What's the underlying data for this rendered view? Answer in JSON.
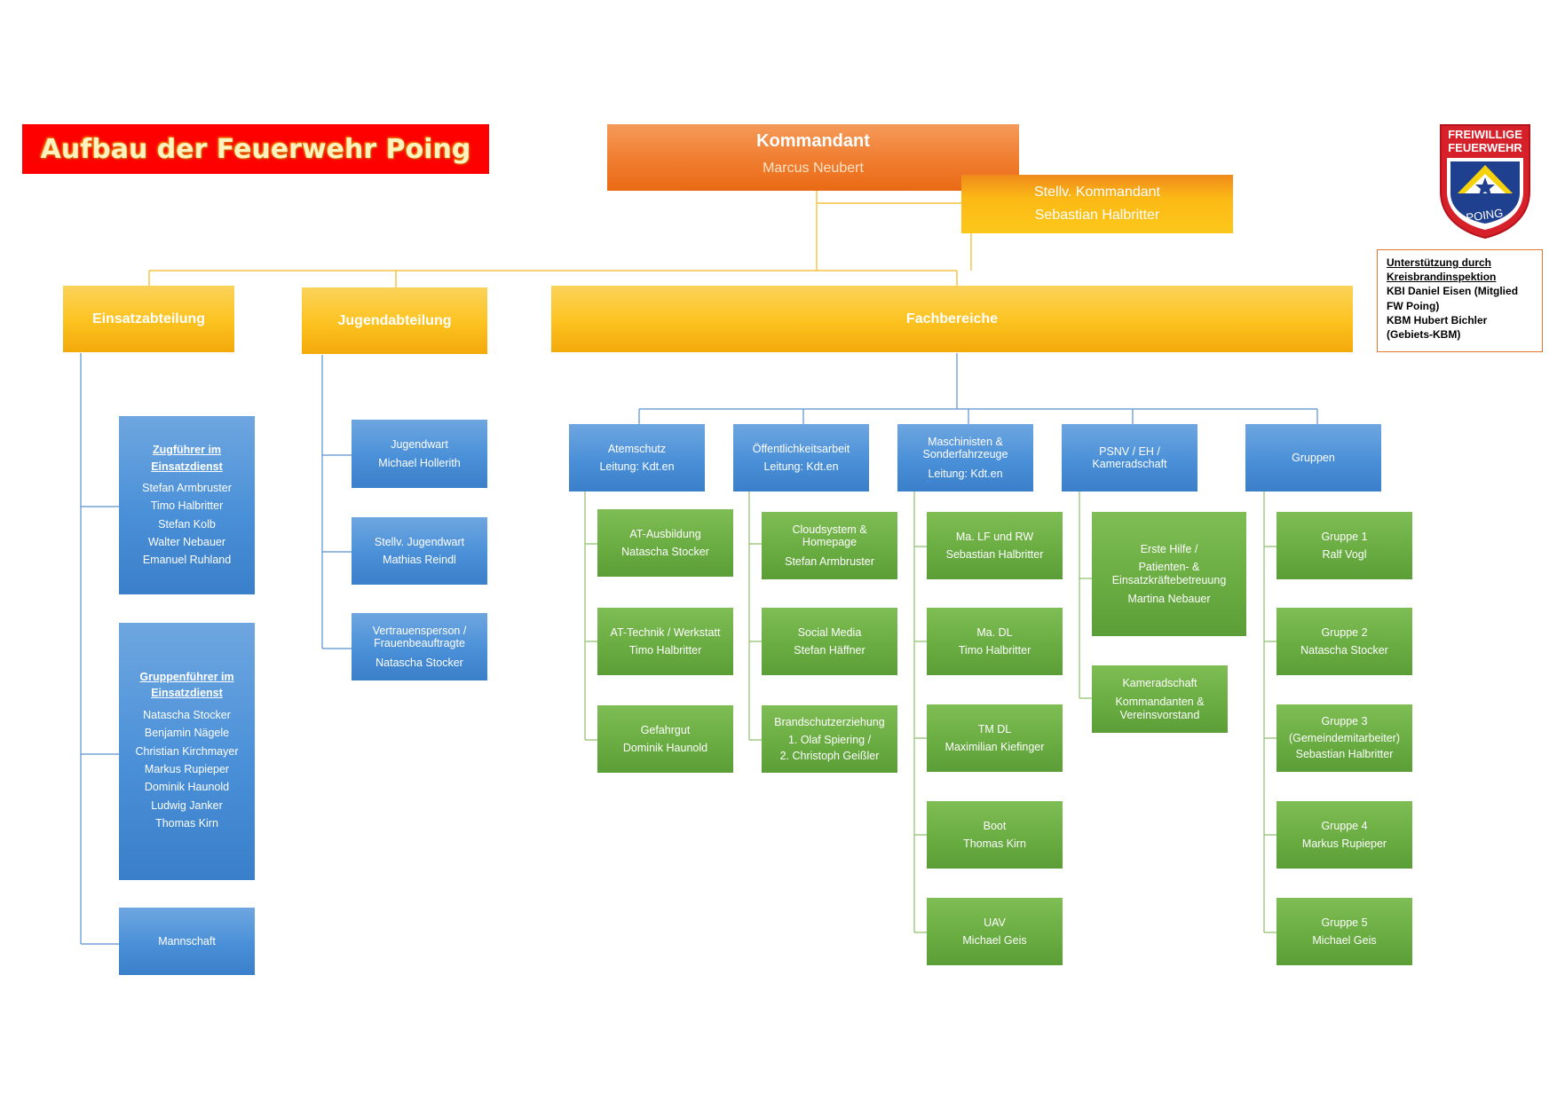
{
  "title": "Aufbau der Feuerwehr Poing",
  "logo": {
    "line1": "FREIWILLIGE",
    "line2": "FEUERWEHR",
    "line3": "POING"
  },
  "kommandant": {
    "role": "Kommandant",
    "name": "Marcus Neubert"
  },
  "stellv_kommandant": {
    "role": "Stellv. Kommandant",
    "name": "Sebastian Halbritter"
  },
  "support": {
    "heading_1": "Unterstützung durch",
    "heading_2": "Kreisbrandinspektion",
    "line_1": "KBI Daniel Eisen (Mitglied",
    "line_2": "FW Poing)",
    "line_3": "KBM Hubert Bichler",
    "line_4": "(Gebiets-KBM)"
  },
  "departments": {
    "einsatz": "Einsatzabteilung",
    "jugend": "Jugendabteilung",
    "fach": "Fachbereiche"
  },
  "einsatz": {
    "zugfuehrer": {
      "heading_1": "Zugführer im",
      "heading_2": "Einsatzdienst",
      "members": [
        "Stefan Armbruster",
        "Timo Halbritter",
        "Stefan Kolb",
        "Walter Nebauer",
        "Emanuel Ruhland"
      ]
    },
    "gruppenfuehrer": {
      "heading_1": "Gruppenführer im",
      "heading_2": "Einsatzdienst",
      "members": [
        "Natascha Stocker",
        "Benjamin Nägele",
        "Christian Kirchmayer",
        "Markus Rupieper",
        "Dominik Haunold",
        "Ludwig Janker",
        "Thomas Kirn"
      ]
    },
    "mannschaft": "Mannschaft"
  },
  "jugend": {
    "jugendwart": {
      "role": "Jugendwart",
      "name": "Michael Hollerith"
    },
    "stellv_jugendwart": {
      "role": "Stellv. Jugendwart",
      "name": "Mathias Reindl"
    },
    "vertrauensperson": {
      "role_1": "Vertrauensperson /",
      "role_2": "Frauenbeauftragte",
      "name": "Natascha Stocker"
    }
  },
  "fach": {
    "atemschutz": {
      "title": "Atemschutz",
      "lead": "Leitung: Kdt.en",
      "items": [
        {
          "role": "AT-Ausbildung",
          "name": "Natascha Stocker"
        },
        {
          "role": "AT-Technik / Werkstatt",
          "name": "Timo Halbritter"
        },
        {
          "role": "Gefahrgut",
          "name": "Dominik Haunold"
        }
      ]
    },
    "oeffentlichkeit": {
      "title": "Öffentlichkeitsarbeit",
      "lead": "Leitung: Kdt.en",
      "items": [
        {
          "role_1": "Cloudsystem &",
          "role_2": "Homepage",
          "name": "Stefan Armbruster"
        },
        {
          "role": "Social Media",
          "name": "Stefan Häffner"
        },
        {
          "role": "Brandschutzerziehung",
          "name_1": "1. Olaf Spiering /",
          "name_2": "2. Christoph Geißler"
        }
      ]
    },
    "maschinisten": {
      "title_1": "Maschinisten &",
      "title_2": "Sonderfahrzeuge",
      "lead": "Leitung: Kdt.en",
      "items": [
        {
          "role": "Ma. LF und RW",
          "name": "Sebastian Halbritter"
        },
        {
          "role": "Ma. DL",
          "name": "Timo Halbritter"
        },
        {
          "role": "TM DL",
          "name": "Maximilian Kiefinger"
        },
        {
          "role": "Boot",
          "name": "Thomas Kirn"
        },
        {
          "role": "UAV",
          "name": "Michael Geis"
        }
      ]
    },
    "psnv": {
      "title_1": "PSNV / EH /",
      "title_2": "Kameradschaft",
      "erste_hilfe": {
        "role_1": "Erste Hilfe /",
        "role_2": "Patienten- &",
        "role_3": "Einsatzkräftebetreuung",
        "name": "Martina Nebauer"
      },
      "kameradschaft": {
        "role": "Kameradschaft",
        "name_1": "Kommandanten &",
        "name_2": "Vereinsvorstand"
      }
    },
    "gruppen": {
      "title": "Gruppen",
      "items": [
        {
          "role": "Gruppe 1",
          "name": "Ralf Vogl"
        },
        {
          "role": "Gruppe 2",
          "name": "Natascha Stocker"
        },
        {
          "role": "Gruppe 3",
          "sub": "(Gemeindemitarbeiter)",
          "name": "Sebastian Halbritter"
        },
        {
          "role": "Gruppe 4",
          "name": "Markus Rupieper"
        },
        {
          "role": "Gruppe 5",
          "name": "Michael Geis"
        }
      ]
    }
  }
}
